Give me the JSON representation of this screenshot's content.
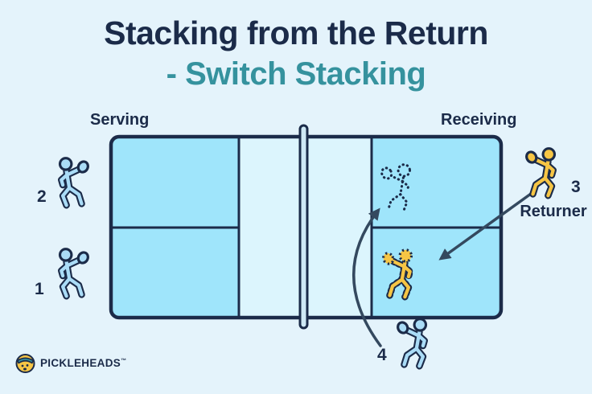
{
  "title": {
    "line1": "Stacking from the Return",
    "line2": "- Switch Stacking"
  },
  "labels": {
    "serving": "Serving",
    "receiving": "Receiving",
    "returner": "Returner"
  },
  "players": {
    "n1": "1",
    "n2": "2",
    "n3": "3",
    "n4": "4"
  },
  "logo": {
    "text": "PICKLEHEADS",
    "tm": "™"
  },
  "icons": {
    "player-blue-icon": "running pickleball player with paddle (blue)",
    "player-yellow-icon": "running pickleball player with paddle (yellow)",
    "player-ghost-icon": "dotted-outline player showing target position",
    "player-yellow-dashed-icon": "yellow player with dashed outline at switched position",
    "curved-arrow-icon": "curved movement arrow from player 4 to ghost position",
    "straight-arrow-icon": "straight movement arrow from returner into right service box",
    "logo-face-icon": "Pickleheads smiley face with headband"
  },
  "colors": {
    "background": "#e4f3fb",
    "navy": "#1b2b49",
    "teal": "#35929e",
    "court_blue": "#9fe5fb",
    "kitchen_blue": "#dcf5fd",
    "player_blue": "#aadcf7",
    "player_yellow": "#f6c544",
    "net_fill": "#cfe9f5",
    "arrow": "#34495f"
  }
}
